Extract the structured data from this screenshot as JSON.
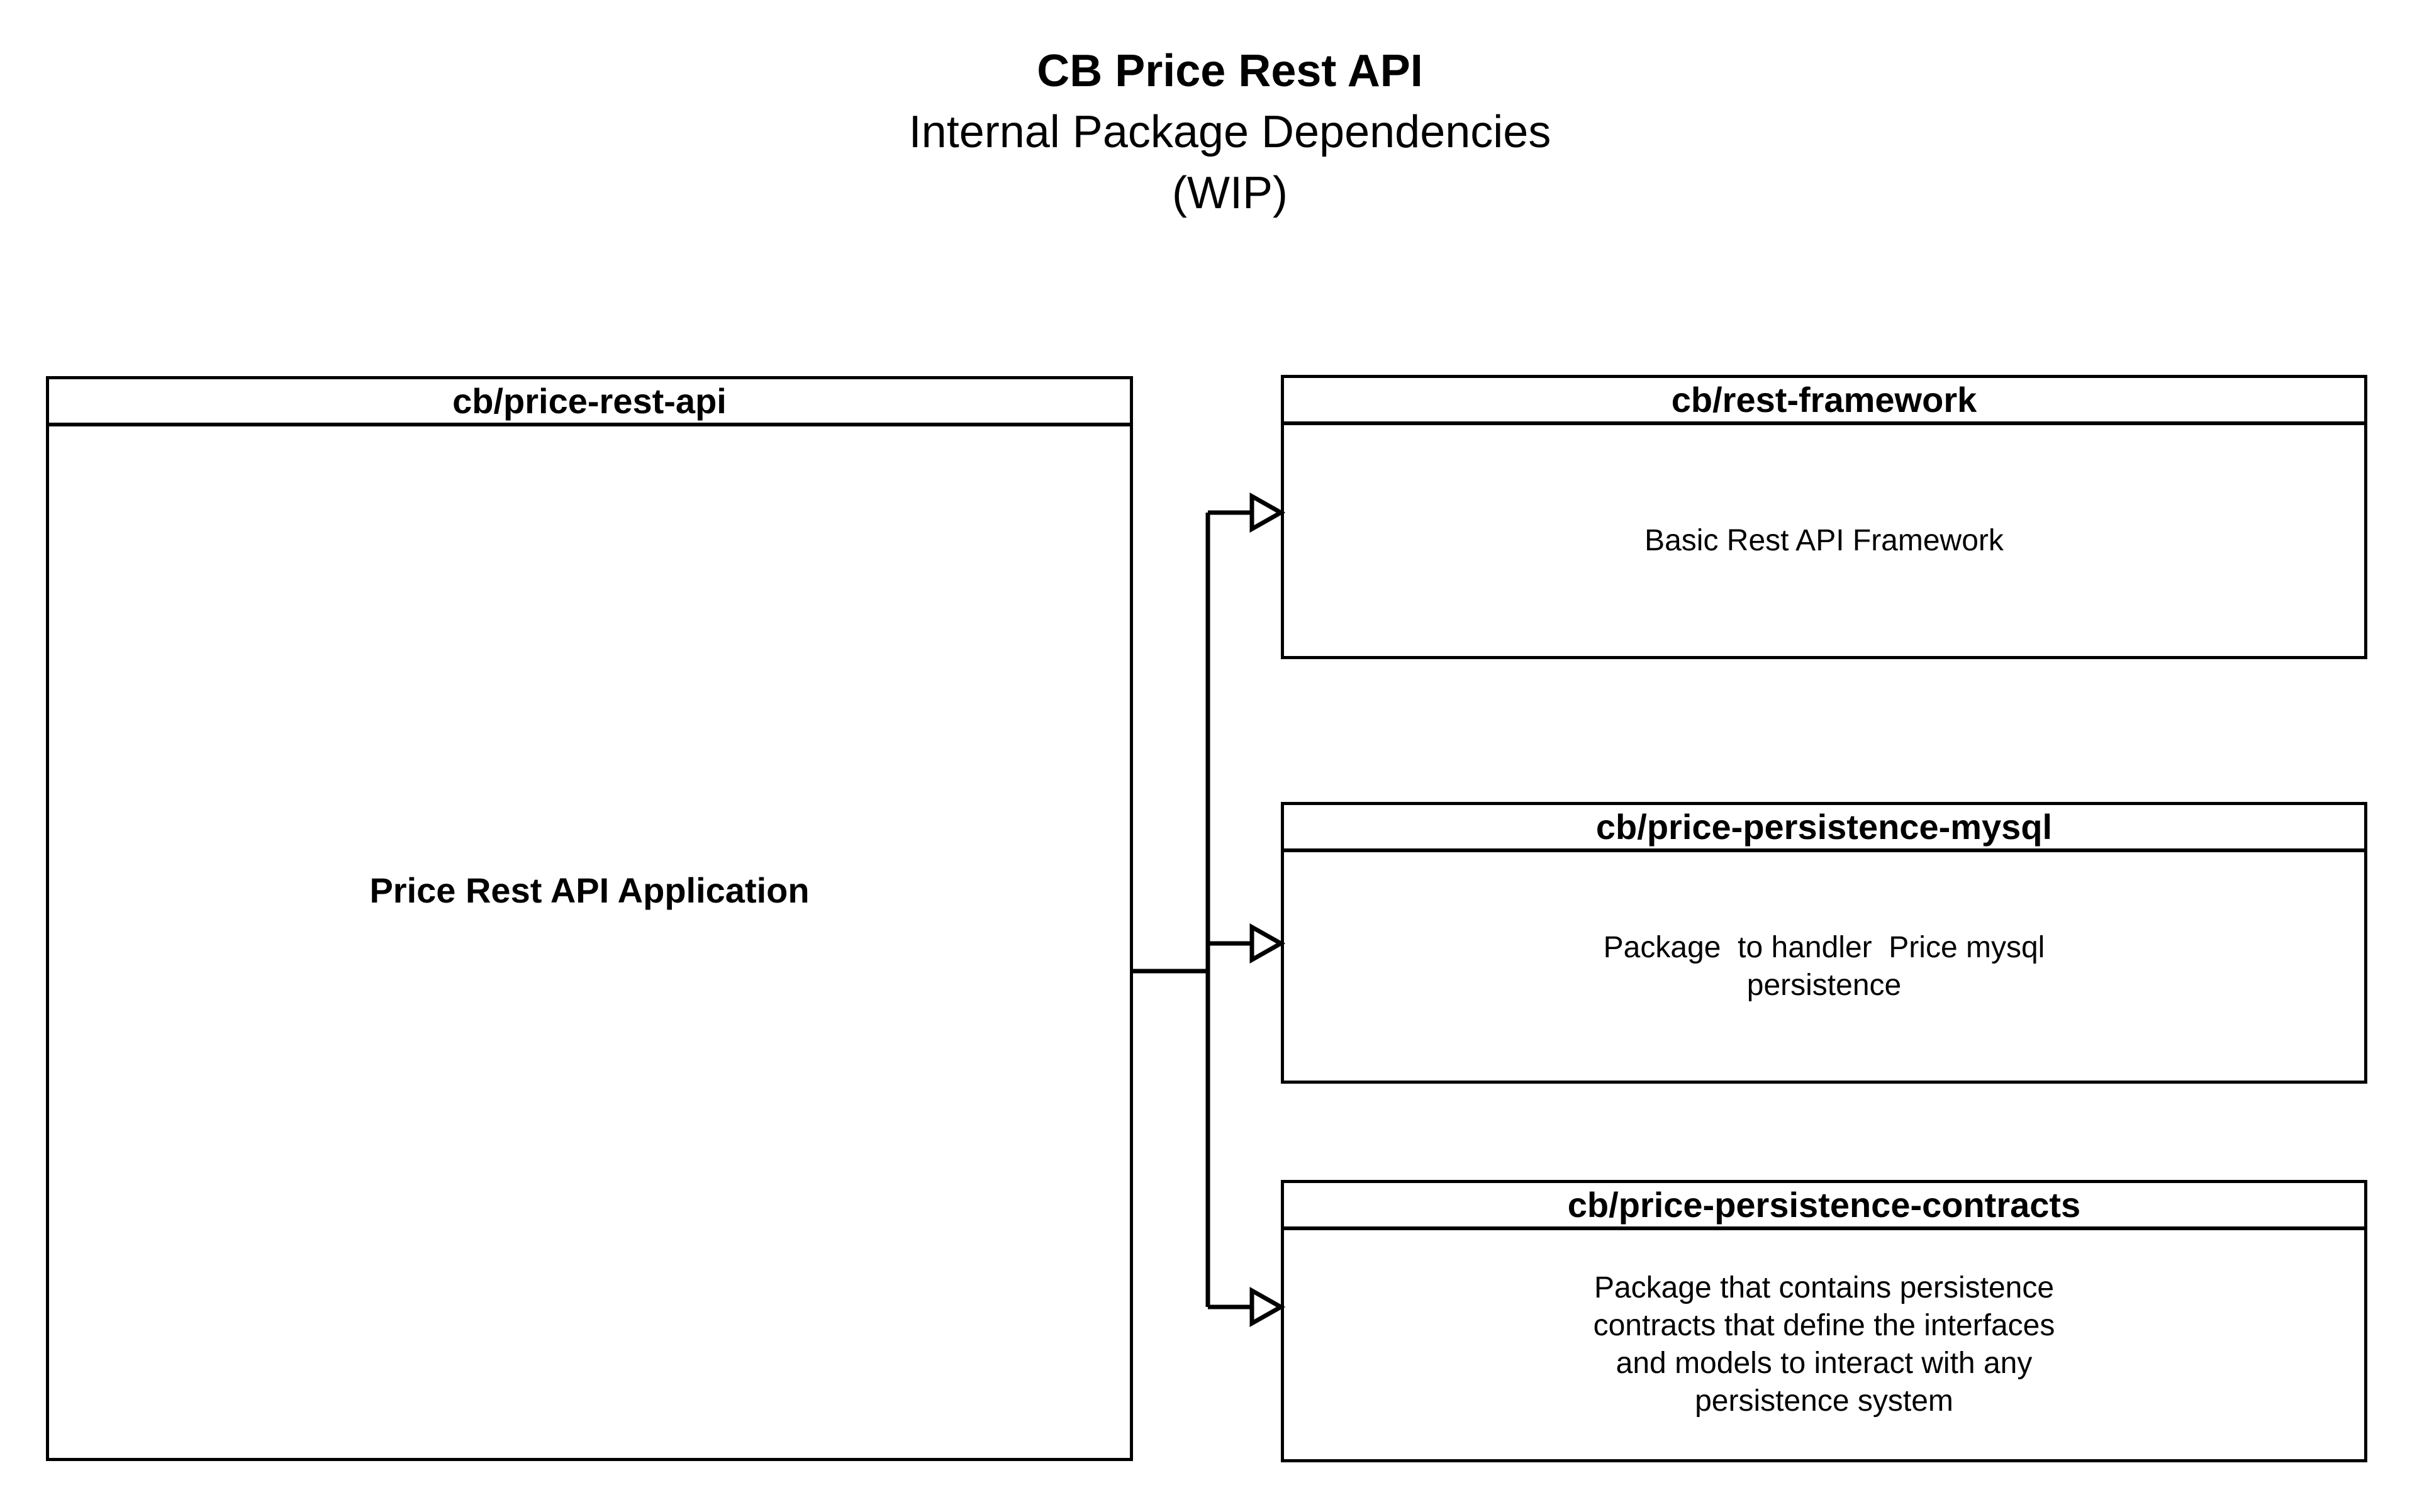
{
  "title": {
    "line1": "CB Price Rest API",
    "line2": "Internal Package Dependencies",
    "line3": "(WIP)"
  },
  "packages": {
    "main": {
      "name": "cb/price-rest-api",
      "description": "Price Rest API Application"
    },
    "dependencies": [
      {
        "name": "cb/rest-framework",
        "description": "Basic Rest API Framework"
      },
      {
        "name": "cb/price-persistence-mysql",
        "description": "Package  to handler  Price mysql\npersistence"
      },
      {
        "name": "cb/price-persistence-contracts",
        "description": "Package that contains persistence\ncontracts that define the interfaces\nand models to interact with any\npersistence system"
      }
    ]
  },
  "relations": [
    {
      "from": "cb/price-rest-api",
      "to": "cb/rest-framework",
      "style": "open-arrow"
    },
    {
      "from": "cb/price-rest-api",
      "to": "cb/price-persistence-mysql",
      "style": "open-arrow"
    },
    {
      "from": "cb/price-rest-api",
      "to": "cb/price-persistence-contracts",
      "style": "open-arrow"
    }
  ],
  "colors": {
    "background": "#ffffff",
    "stroke": "#000000",
    "text": "#000000",
    "box_fill": "#ffffff"
  }
}
